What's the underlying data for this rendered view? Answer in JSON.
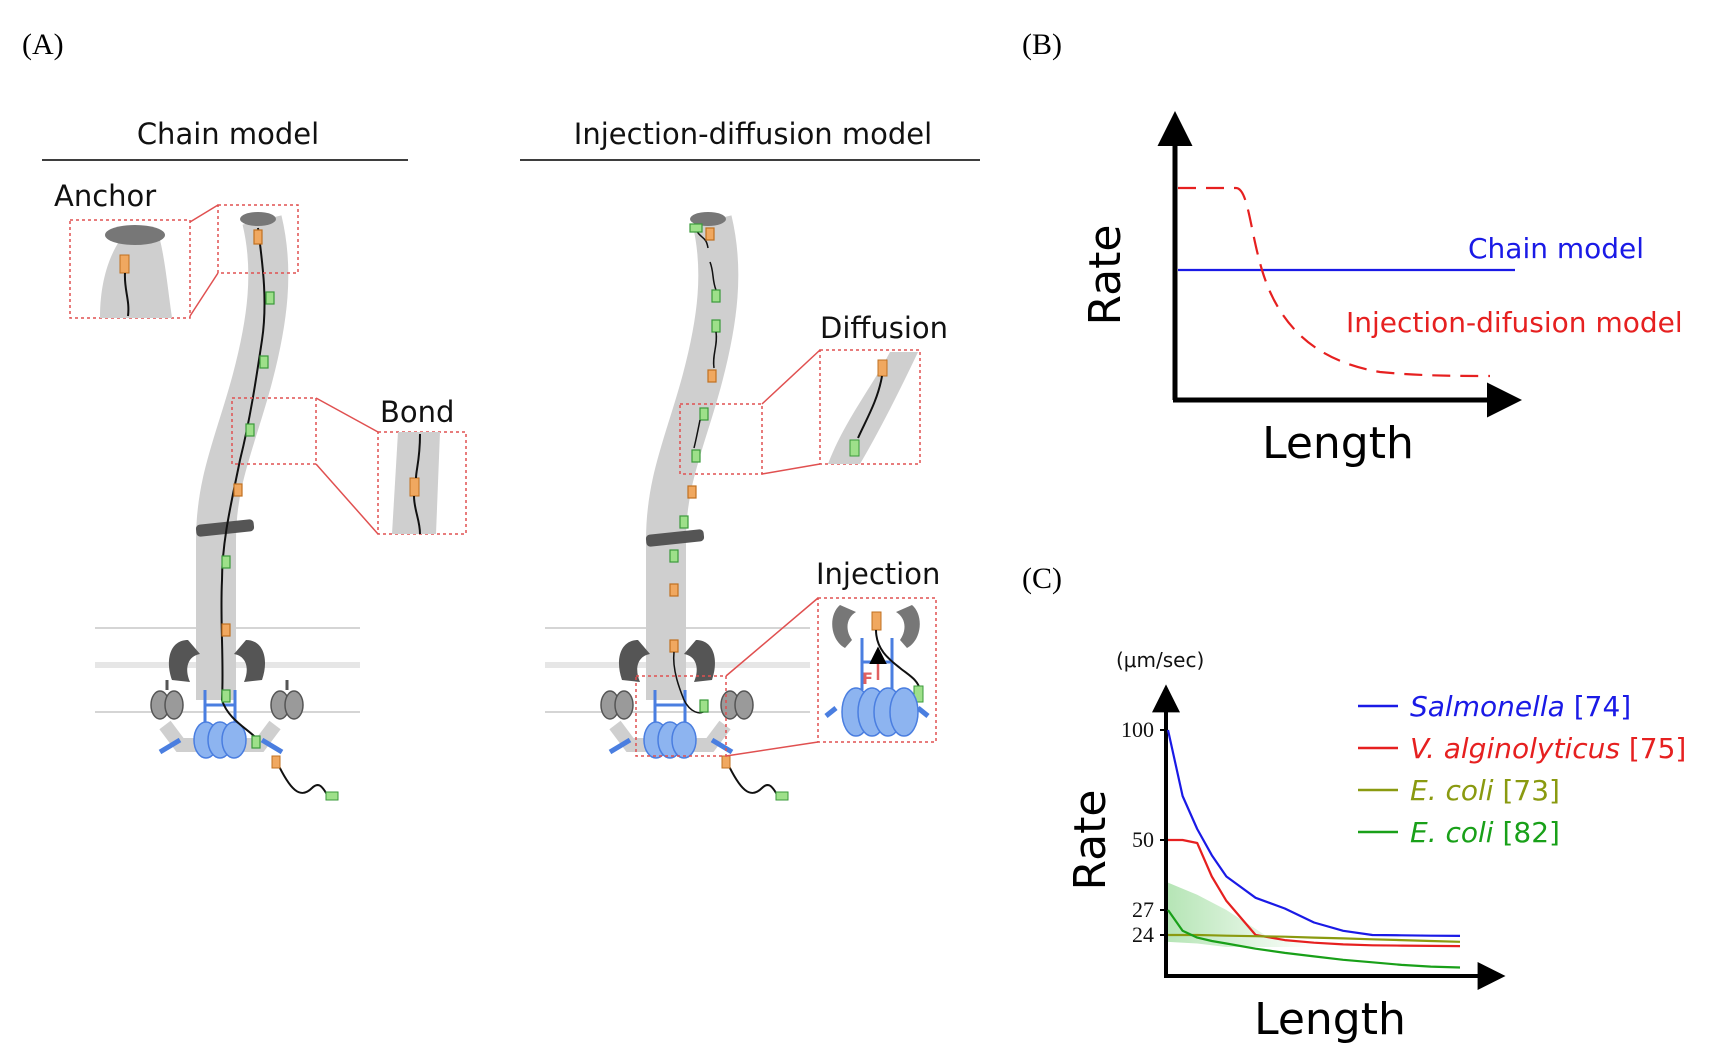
{
  "panels": {
    "a": "(A)",
    "b": "(B)",
    "c": "(C)"
  },
  "panel_a": {
    "chain_title": "Chain model",
    "injection_title": "Injection-diffusion model",
    "labels": {
      "anchor": "Anchor",
      "bond": "Bond",
      "diffusion": "Diffusion",
      "injection": "Injection",
      "force": "F"
    }
  },
  "colors": {
    "chain": "#1a1ae6",
    "injection_diffusion": "#e62020",
    "salmonella": "#1a1ae6",
    "v_alginolyticus": "#e62020",
    "e_coli_73": "#8a9a10",
    "e_coli_82": "#19a019",
    "flagellum_gray": "#cfcfcf",
    "export_blue": "#8db4f0",
    "subunit_orange": "#f0a860",
    "subunit_green": "#9ee08a"
  },
  "chart_b": {
    "type": "line",
    "xlabel": "Length",
    "ylabel": "Rate",
    "series": [
      {
        "name": "Chain model",
        "style": "solid",
        "shape": "constant",
        "y": 0.55
      },
      {
        "name": "Injection-difusion model",
        "style": "dashed",
        "shape": "plateau-then-decay",
        "y_start": 0.9,
        "y_end": 0.12
      }
    ]
  },
  "chart_data": {
    "type": "line",
    "xlabel": "Length",
    "ylabel": "Rate",
    "unit": "(μm/sec)",
    "yticks": [
      100,
      50,
      27,
      24
    ],
    "ylim": [
      0,
      110
    ],
    "x": [
      0,
      0.05,
      0.1,
      0.15,
      0.2,
      0.3,
      0.4,
      0.5,
      0.6,
      0.7,
      0.8,
      0.9,
      1.0
    ],
    "series": [
      {
        "name": "Salmonella",
        "ref": "[74]",
        "values": [
          100,
          70,
          55,
          45,
          38,
          31,
          27.5,
          25.5,
          24.5,
          24,
          23.8,
          23.6,
          23.5
        ]
      },
      {
        "name": "V. alginolyticus",
        "ref": "[75]",
        "values": [
          50,
          50,
          49,
          38,
          30,
          24,
          21,
          19.5,
          18.5,
          18,
          17.8,
          17.6,
          17.5
        ]
      },
      {
        "name": "E. coli",
        "ref": "[73]",
        "values": [
          24,
          24,
          24,
          23.8,
          23.6,
          23.3,
          23,
          22.5,
          22,
          21.5,
          21,
          20.5,
          20
        ]
      },
      {
        "name": "E. coli",
        "ref": "[82]",
        "values": [
          27,
          24.5,
          22.5,
          20.5,
          19,
          16,
          13.5,
          11.5,
          9.5,
          8,
          6.5,
          5.5,
          5
        ]
      }
    ]
  }
}
